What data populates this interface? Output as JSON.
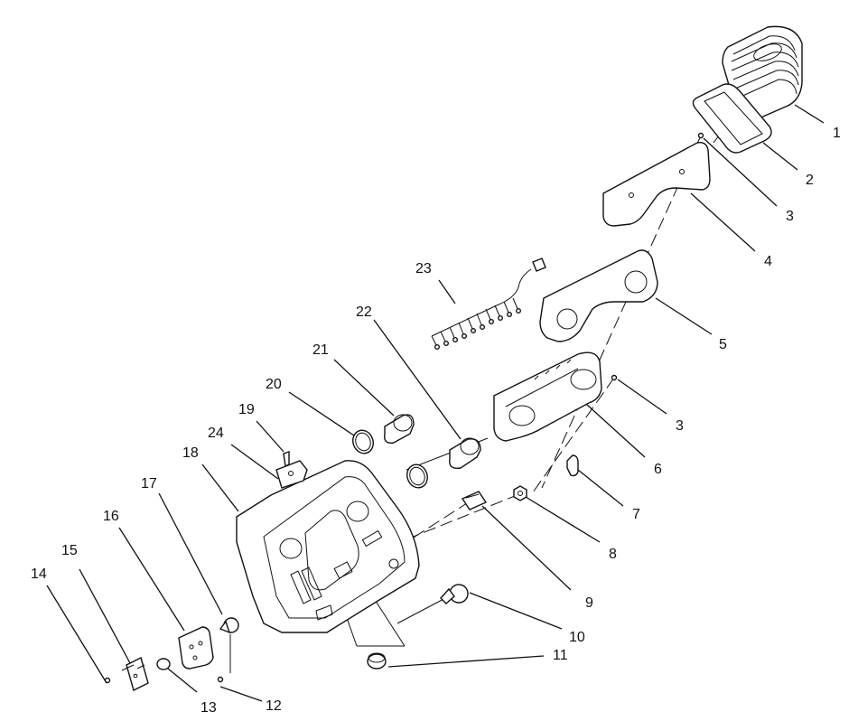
{
  "diagram": {
    "callouts": [
      {
        "id": "p1",
        "label": "1"
      },
      {
        "id": "p2",
        "label": "2"
      },
      {
        "id": "p3a",
        "label": "3"
      },
      {
        "id": "p4",
        "label": "4"
      },
      {
        "id": "p5",
        "label": "5"
      },
      {
        "id": "p3b",
        "label": "3"
      },
      {
        "id": "p6",
        "label": "6"
      },
      {
        "id": "p7",
        "label": "7"
      },
      {
        "id": "p8",
        "label": "8"
      },
      {
        "id": "p9",
        "label": "9"
      },
      {
        "id": "p10",
        "label": "10"
      },
      {
        "id": "p11",
        "label": "11"
      },
      {
        "id": "p12",
        "label": "12"
      },
      {
        "id": "p13",
        "label": "13"
      },
      {
        "id": "p14",
        "label": "14"
      },
      {
        "id": "p15",
        "label": "15"
      },
      {
        "id": "p16",
        "label": "16"
      },
      {
        "id": "p17",
        "label": "17"
      },
      {
        "id": "p18",
        "label": "18"
      },
      {
        "id": "p19",
        "label": "19"
      },
      {
        "id": "p20",
        "label": "20"
      },
      {
        "id": "p21",
        "label": "21"
      },
      {
        "id": "p22",
        "label": "22"
      },
      {
        "id": "p23",
        "label": "23"
      },
      {
        "id": "p24",
        "label": "24"
      }
    ]
  }
}
